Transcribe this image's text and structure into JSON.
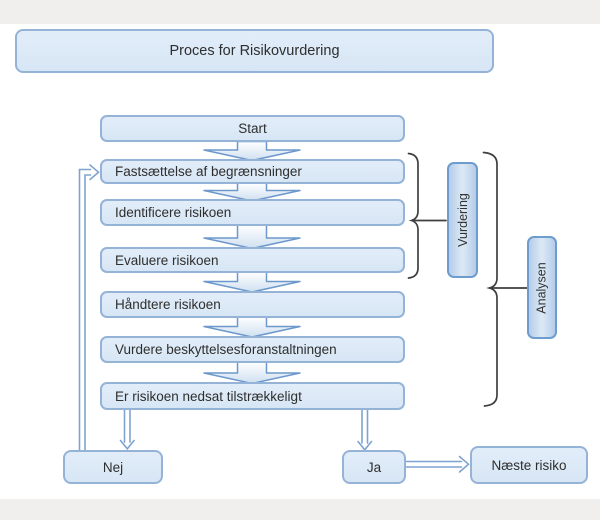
{
  "diagram": {
    "title": "Proces for Risikovurdering",
    "flow": {
      "start": {
        "label": "Start"
      },
      "steps": [
        {
          "label": "Fastsættelse af begrænsninger"
        },
        {
          "label": "Identificere risikoen"
        },
        {
          "label": "Evaluere risikoen"
        },
        {
          "label": "Håndtere risikoen"
        },
        {
          "label": "Vurdere beskyttelsesforanstaltningen"
        },
        {
          "label": "Er risikoen nedsat tilstrækkeligt"
        }
      ]
    },
    "outcomes": {
      "no_label": "Nej",
      "yes_label": "Ja",
      "next_label": "Næste risiko"
    },
    "side_labels": {
      "vurdering": "Vurdering",
      "analysen": "Analysen"
    },
    "colors": {
      "node_fill": "#dbe8f6",
      "node_border": "#95b3d7",
      "side_node_fill": "#b5cde9",
      "side_node_border": "#6d9ccf",
      "arrow_stroke": "#6d98cb",
      "connector_stroke": "#7fa3d1",
      "brace_stroke": "#3f3f3f",
      "band_gray": "#f0efee",
      "text": "#2e2e2e"
    }
  }
}
